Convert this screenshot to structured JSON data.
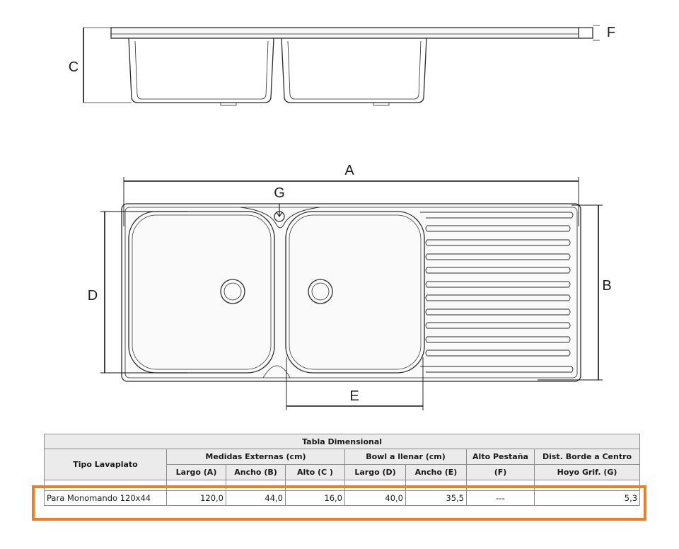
{
  "drawing": {
    "labels": {
      "a": "A",
      "b": "B",
      "c": "C",
      "d": "D",
      "e": "E",
      "f": "F",
      "g": "G"
    }
  },
  "table": {
    "title": "Tabla Dimensional",
    "col_tipo": "Tipo Lavaplato",
    "group_externas": "Medidas Externas (cm)",
    "group_bowl": "Bowl a llenar (cm)",
    "col_alto_pestana": "Alto Pestaña",
    "col_alto_pestana_sub": "(F)",
    "col_dist": "Dist. Borde a Centro",
    "col_dist_sub": "Hoyo Grif. (G)",
    "sub_largo_a": "Largo (A)",
    "sub_ancho_b": "Ancho (B)",
    "sub_alto_c": "Alto (C )",
    "sub_largo_d": "Largo (D)",
    "sub_ancho_e": "Ancho (E)",
    "row": {
      "tipo": "Para Monomando 120x44",
      "largo_a": "120,0",
      "ancho_b": "44,0",
      "alto_c": "16,0",
      "largo_d": "40,0",
      "ancho_e": "35,5",
      "alto_f": "---",
      "dist_g": "5,3"
    }
  },
  "colors": {
    "highlight": "#f47b20",
    "line": "#1e1e1e",
    "header_fill": "#ebebeb"
  }
}
